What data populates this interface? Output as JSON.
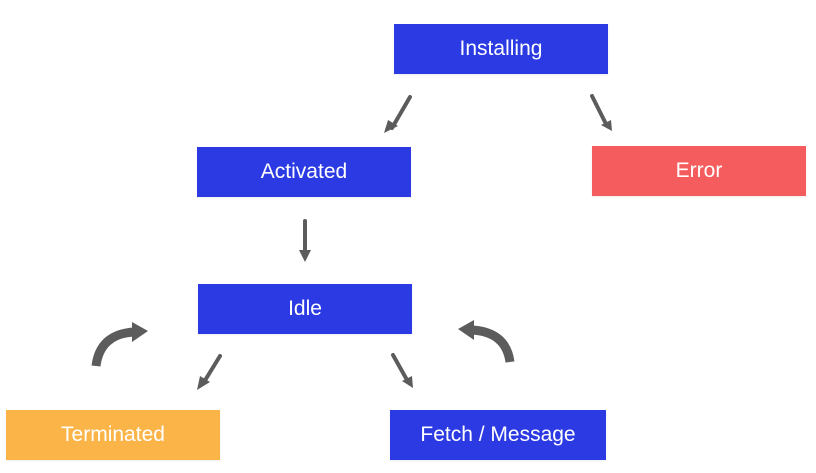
{
  "colors": {
    "state_blue": "#2b3ae2",
    "error_red": "#f45c5e",
    "terminated_orange": "#fbb448",
    "arrow_gray": "#5c5c5c"
  },
  "nodes": {
    "installing": "Installing",
    "activated": "Activated",
    "error": "Error",
    "idle": "Idle",
    "terminated": "Terminated",
    "fetch_message": "Fetch / Message"
  },
  "icons": {
    "straight_arrow": "arrow-icon",
    "cycle_arrow": "curved-arrow-icon"
  }
}
